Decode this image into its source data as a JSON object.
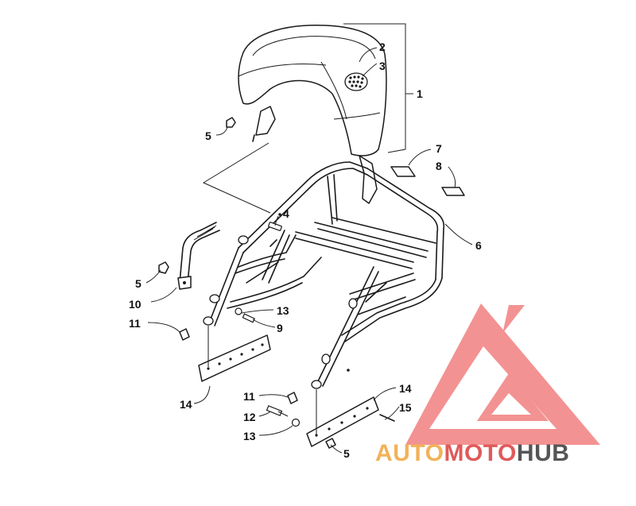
{
  "callouts": {
    "c1": "1",
    "c2": "2",
    "c3": "3",
    "c4": "4",
    "c5a": "5",
    "c5b": "5",
    "c5c": "5",
    "c6": "6",
    "c7": "7",
    "c8": "8",
    "c9": "9",
    "c10": "10",
    "c11a": "11",
    "c11b": "11",
    "c12": "12",
    "c13a": "13",
    "c13b": "13",
    "c14a": "14",
    "c14b": "14",
    "c15": "15"
  },
  "watermark": {
    "part1": "AUTO",
    "part2": "MOTO",
    "part3": "HUB"
  },
  "colors": {
    "ink": "#1a1a1a",
    "watermark_triangle": "#f07a7a",
    "watermark_auto": "#f2b25a",
    "watermark_moto": "#e05a5a",
    "watermark_hub": "#555555"
  }
}
